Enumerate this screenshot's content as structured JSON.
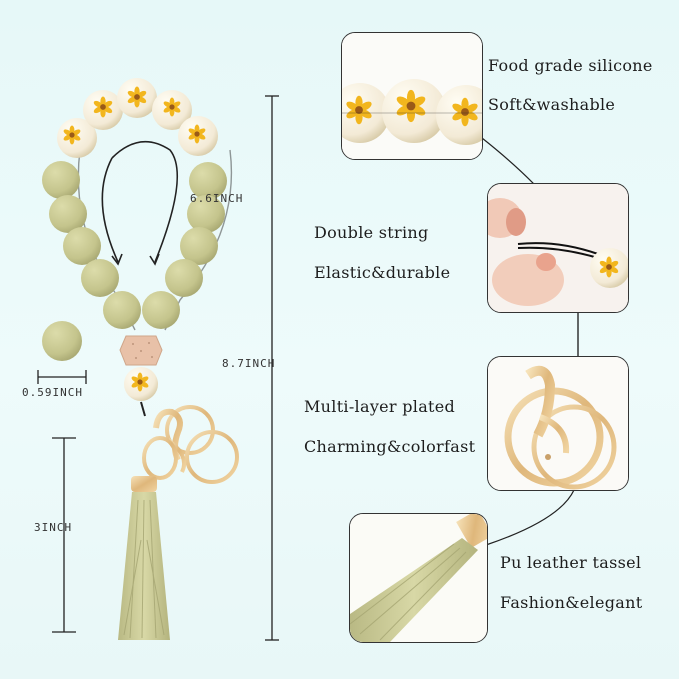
{
  "measurements": {
    "loop_width": "6.6INCH",
    "total_length": "8.7INCH",
    "bead_diameter": "0.59INCH",
    "tassel_length": "3INCH"
  },
  "features": [
    {
      "title": "Food grade silicone",
      "subtitle": "Soft&washable"
    },
    {
      "title": "Double string",
      "subtitle": "Elastic&durable"
    },
    {
      "title": "Multi-layer plated",
      "subtitle": "Charming&colorfast"
    },
    {
      "title": "Pu leather tassel",
      "subtitle": "Fashion&elegant"
    }
  ],
  "colors": {
    "background": "#e8f8f8",
    "bead_olive": "#c4c48c",
    "gold": "#e8c891",
    "tassel": "#cdcd96",
    "wood_bead": "#e8c1a8"
  }
}
